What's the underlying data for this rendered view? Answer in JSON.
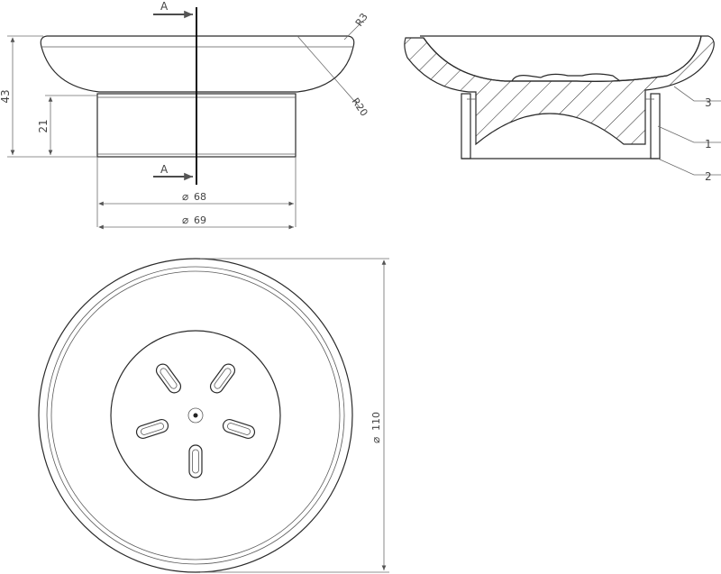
{
  "section_labels": {
    "top": "A",
    "bottom": "A"
  },
  "dimensions": {
    "height_total": "43",
    "height_base": "21",
    "radius_small": "R3",
    "radius_large": "R20",
    "diameter_68": "68",
    "diameter_69": "69",
    "diameter_110": "110"
  },
  "diameter_symbol": "⌀",
  "part_numbers": [
    "3",
    "1",
    "2"
  ]
}
